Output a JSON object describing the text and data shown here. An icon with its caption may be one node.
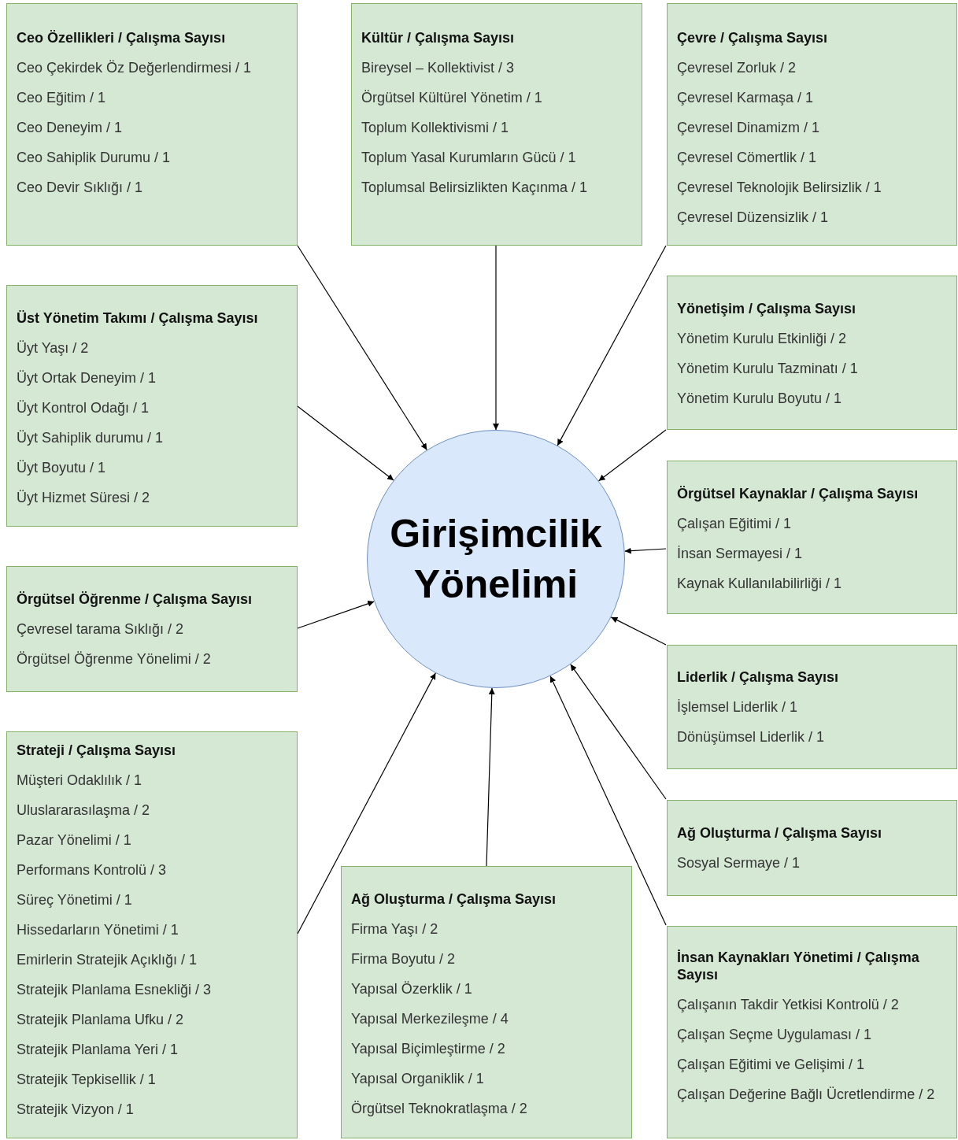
{
  "diagram": {
    "nodes": [
      {
        "text": [
          "Ceo Özellikleri / Çalışma Sayısı",
          "Ceo Çekirdek Öz Değerlendirmesi / 1",
          "Ceo Eğitim / 1",
          "Ceo Deneyim / 1",
          "Ceo Sahiplik Durumu / 1",
          "Ceo Devir Sıklığı / 1"
        ]
      },
      {
        "text": [
          "Kültür / Çalışma Sayısı",
          "Bireysel – Kollektivist / 3",
          "Örgütsel Kültürel Yönetim / 1",
          "Toplum Kollektivismi / 1",
          "Toplum Yasal Kurumların Gücü / 1",
          "Toplumsal Belirsizlikten Kaçınma / 1"
        ]
      },
      {
        "text": [
          "Çevre / Çalışma Sayısı",
          "Çevresel Zorluk / 2",
          "Çevresel Karmaşa / 1",
          "Çevresel Dinamizm / 1",
          "Çevresel Cömertlik / 1",
          "Çevresel Teknolojik Belirsizlik / 1",
          "Çevresel Düzensizlik / 1"
        ]
      },
      {
        "text": [
          "Üst Yönetim Takımı / Çalışma Sayısı",
          "Üyt Yaşı / 2",
          "Üyt Ortak Deneyim / 1",
          "Üyt Kontrol Odağı / 1",
          "Üyt Sahiplik durumu / 1",
          "Üyt Boyutu / 1",
          "Üyt Hizmet Süresi / 2"
        ]
      },
      {
        "text": [
          "Yönetişim / Çalışma Sayısı",
          "Yönetim Kurulu Etkinliği / 2",
          "Yönetim Kurulu Tazminatı / 1",
          "Yönetim Kurulu Boyutu / 1"
        ]
      },
      {
        "text": [
          "Girişimcilik Yönelimi"
        ]
      },
      {
        "text": [
          "Örgütsel Kaynaklar / Çalışma Sayısı",
          "Çalışan Eğitimi / 1",
          "İnsan Sermayesi / 1",
          "Kaynak Kullanılabilirliği / 1"
        ]
      },
      {
        "text": [
          "Örgütsel Öğrenme / Çalışma Sayısı",
          "Çevresel tarama Sıklığı / 2",
          "Örgütsel Öğrenme Yönelimi / 2"
        ]
      },
      {
        "text": [
          "Liderlik / Çalışma Sayısı",
          "İşlemsel Liderlik / 1",
          "Dönüşümsel Liderlik / 1"
        ]
      },
      {
        "text": [
          "Strateji / Çalışma Sayısı",
          "Müşteri Odaklılık / 1",
          "Uluslararasılaşma / 2",
          "Pazar Yönelimi / 1",
          "Performans Kontrolü / 3",
          "Süreç Yönetimi / 1",
          "Hissedarların Yönetimi / 1",
          "Emirlerin Stratejik Açıklığı / 1",
          "Stratejik Planlama Esnekliği / 3",
          "Stratejik Planlama Ufku / 2",
          "Stratejik Planlama Yeri / 1",
          "Stratejik Tepkisellik / 1",
          "Stratejik Vizyon / 1"
        ]
      },
      {
        "text": [
          "Ağ Oluşturma / Çalışma Sayısı",
          "Sosyal Sermaye  / 1"
        ]
      },
      {
        "text": [
          "Ağ Oluşturma / Çalışma Sayısı",
          "Firma Yaşı / 2",
          "Firma Boyutu / 2",
          "Yapısal Özerklik / 1",
          "Yapısal Merkezileşme / 4",
          "Yapısal Biçimleştirme / 2",
          "Yapısal Organiklik / 1",
          "Örgütsel Teknokratlaşma / 2"
        ]
      },
      {
        "text": [
          "İnsan Kaynakları Yönetimi / Çalışma Sayısı",
          "Çalışanın Takdir Yetkisi Kontrolü / 2",
          "Çalışan Seçme Uygulaması / 1",
          "Çalışan Eğitimi ve Gelişimi / 1",
          "Çalışan Değerine Bağlı Ücretlendirme / 2"
        ]
      }
    ],
    "edges": [
      {
        "from": 0,
        "to": 5,
        "arrow": "to"
      },
      {
        "from": 1,
        "to": 5,
        "arrow": "to"
      },
      {
        "from": 2,
        "to": 5,
        "arrow": "to"
      },
      {
        "from": 3,
        "to": 5,
        "arrow": "to"
      },
      {
        "from": 4,
        "to": 5,
        "arrow": "to"
      },
      {
        "from": 6,
        "to": 5,
        "arrow": "to"
      },
      {
        "from": 7,
        "to": 5,
        "arrow": "to"
      },
      {
        "from": 8,
        "to": 5,
        "arrow": "to"
      },
      {
        "from": 9,
        "to": 5,
        "arrow": "to"
      },
      {
        "from": 10,
        "to": 5,
        "arrow": "to"
      },
      {
        "from": 11,
        "to": 5,
        "arrow": "to"
      },
      {
        "from": 12,
        "to": 5,
        "arrow": "to"
      }
    ]
  }
}
